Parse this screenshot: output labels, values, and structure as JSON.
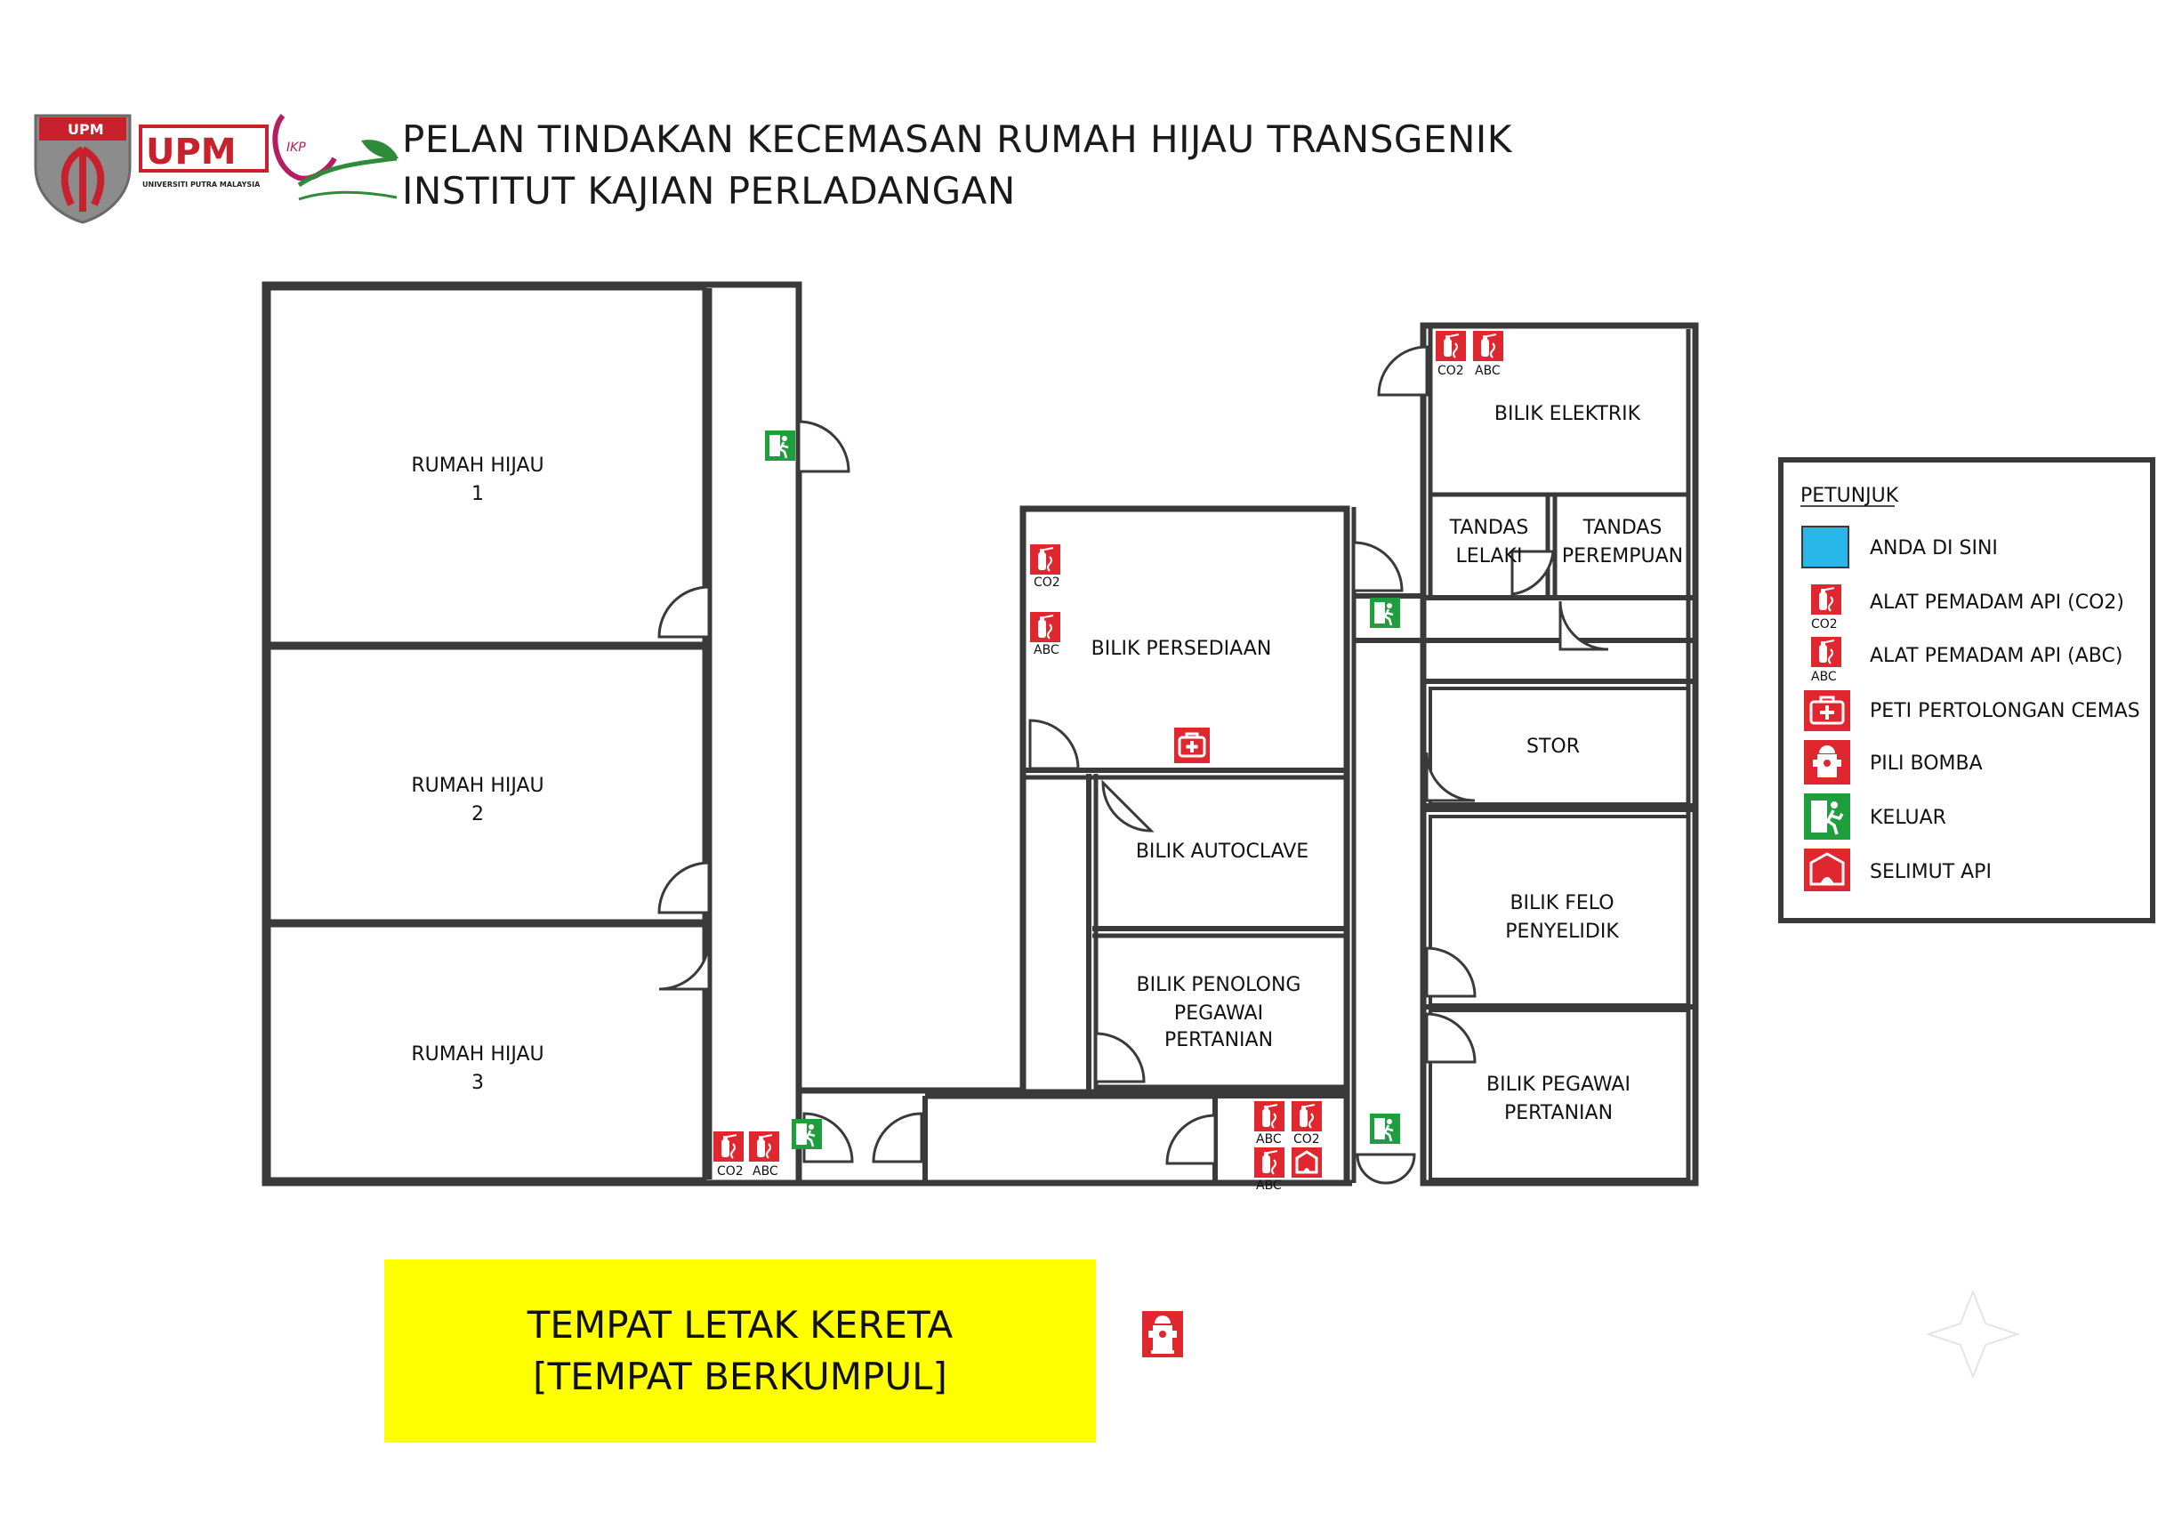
{
  "header": {
    "title_line1": "PELAN TINDAKAN KECEMASAN RUMAH HIJAU TRANSGENIK",
    "title_line2": "INSTITUT KAJIAN PERLADANGAN",
    "logo1_text": "UPM",
    "logo2_text": "UPM",
    "logo2_subtext": "UNIVERSITI PUTRA MALAYSIA",
    "logo3_text": "IKP"
  },
  "rooms": {
    "rumah_hijau_1": [
      "RUMAH HIJAU",
      "1"
    ],
    "rumah_hijau_2": [
      "RUMAH HIJAU",
      "2"
    ],
    "rumah_hijau_3": [
      "RUMAH HIJAU",
      "3"
    ],
    "bilik_persediaan": "BILIK PERSEDIAAN",
    "bilik_autoclave": "BILIK AUTOCLAVE",
    "bilik_penolong": [
      "BILIK PENOLONG",
      "PEGAWAI",
      "PERTANIAN"
    ],
    "bilik_elektrik": "BILIK ELEKTRIK",
    "tandas_lelaki": [
      "TANDAS",
      "LELAKI"
    ],
    "tandas_perempuan": [
      "TANDAS",
      "PEREMPUAN"
    ],
    "stor": "STOR",
    "bilik_felo": [
      "BILIK FELO",
      "PENYELIDIK"
    ],
    "bilik_pegawai": [
      "BILIK PEGAWAI",
      "PERTANIAN"
    ]
  },
  "extinguisher_labels": {
    "co2": "CO2",
    "abc": "ABC"
  },
  "legend": {
    "title": "PETUNJUK",
    "items": [
      {
        "label": "ANDA DI SINI",
        "icon": "you-are-here-icon",
        "color": "#29b6e8"
      },
      {
        "label": "ALAT PEMADAM API (CO2)",
        "icon": "fire-extinguisher-co2-icon",
        "sub": "CO2"
      },
      {
        "label": "ALAT PEMADAM API (ABC)",
        "icon": "fire-extinguisher-abc-icon",
        "sub": "ABC"
      },
      {
        "label": "PETI PERTOLONGAN CEMAS",
        "icon": "first-aid-kit-icon"
      },
      {
        "label": "PILI BOMBA",
        "icon": "fire-hydrant-icon"
      },
      {
        "label": "KELUAR",
        "icon": "emergency-exit-icon"
      },
      {
        "label": "SELIMUT API",
        "icon": "fire-blanket-icon"
      }
    ]
  },
  "assembly_point": {
    "line1": "TEMPAT LETAK KERETA",
    "line2": "[TEMPAT BERKUMPUL]"
  },
  "colors": {
    "wall": "#3a3a3a",
    "safety_red": "#e0262f",
    "exit_green": "#1e9e3c",
    "assembly_yellow": "#ffff00",
    "you_are_here": "#29b6e8"
  }
}
